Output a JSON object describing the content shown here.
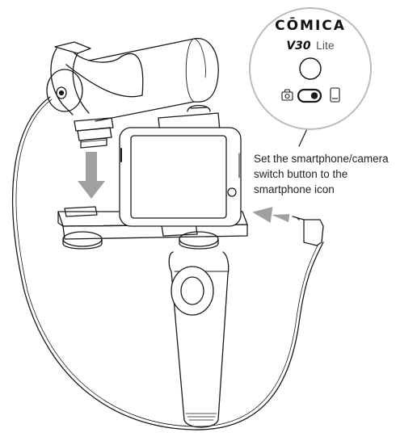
{
  "inset": {
    "brand": "CŌMICA",
    "model": "V30",
    "model_suffix": "Lite"
  },
  "caption": {
    "lines": [
      "Set the smartphone/camera",
      "switch button to the",
      "smartphone icon"
    ]
  },
  "icons": [
    "camera-icon",
    "switch-icon",
    "smartphone-icon",
    "arrow-down-icon",
    "arrow-left-icon"
  ],
  "colors": {
    "line": "#1a1a1a",
    "arrow": "#a0a0a0",
    "inset_border": "#bcbcbc"
  }
}
